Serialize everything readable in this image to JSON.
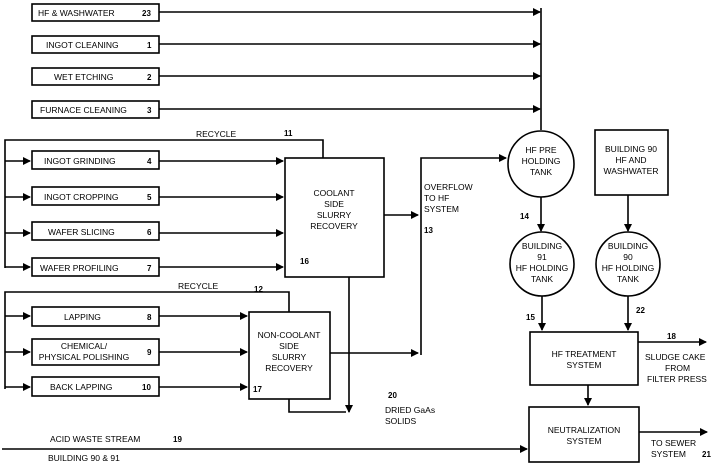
{
  "process_boxes": [
    {
      "label": "HF & WASHWATER",
      "num": "23"
    },
    {
      "label": "INGOT CLEANING",
      "num": "1"
    },
    {
      "label": "WET ETCHING",
      "num": "2"
    },
    {
      "label": "FURNACE CLEANING",
      "num": "3"
    },
    {
      "label": "INGOT GRINDING",
      "num": "4"
    },
    {
      "label": "INGOT CROPPING",
      "num": "5"
    },
    {
      "label": "WAFER SLICING",
      "num": "6"
    },
    {
      "label": "WAFER PROFILING",
      "num": "7"
    },
    {
      "label": "LAPPING",
      "num": "8"
    },
    {
      "label1": "CHEMICAL/",
      "label2": "PHYSICAL POLISHING",
      "num": "9"
    },
    {
      "label": "BACK LAPPING",
      "num": "10"
    }
  ],
  "recycle_top": {
    "label": "RECYCLE",
    "num": "11"
  },
  "recycle_bottom": {
    "label": "RECYCLE",
    "num": "12"
  },
  "coolant": {
    "line1": "COOLANT",
    "line2": "SIDE",
    "line3": "SLURRY",
    "line4": "RECOVERY",
    "num": "16"
  },
  "noncoolant": {
    "line1": "NON-COOLANT",
    "line2": "SIDE",
    "line3": "SLURRY",
    "line4": "RECOVERY",
    "num": "17"
  },
  "overflow": {
    "line1": "OVERFLOW",
    "line2": "TO HF",
    "line3": "SYSTEM",
    "num": "13"
  },
  "hf_pre": {
    "line1": "HF PRE",
    "line2": "HOLDING",
    "line3": "TANK",
    "num": "14"
  },
  "bldg90_box": {
    "line1": "BUILDING 90",
    "line2": "HF AND",
    "line3": "WASHWATER"
  },
  "bldg91_tank": {
    "line1": "BUILDING",
    "line2": "91",
    "line3": "HF HOLDING",
    "line4": "TANK",
    "num": "15"
  },
  "bldg90_tank": {
    "line1": "BUILDING",
    "line2": "90",
    "line3": "HF HOLDING",
    "line4": "TANK",
    "num": "22"
  },
  "hf_treatment": {
    "line1": "HF TREATMENT",
    "line2": "SYSTEM",
    "num": "18"
  },
  "sludge": {
    "line1": "SLUDGE CAKE",
    "line2": "FROM",
    "line3": "FILTER PRESS"
  },
  "neutralization": {
    "line1": "NEUTRALIZATION",
    "line2": "SYSTEM"
  },
  "sewer": {
    "line1": "TO SEWER",
    "line2": "SYSTEM",
    "num": "21"
  },
  "dried": {
    "line1": "DRIED GaAs",
    "line2": "SOLIDS",
    "num": "20"
  },
  "acid": {
    "line1": "ACID WASTE STREAM",
    "line2": "BUILDING 90 & 91",
    "num": "19"
  }
}
